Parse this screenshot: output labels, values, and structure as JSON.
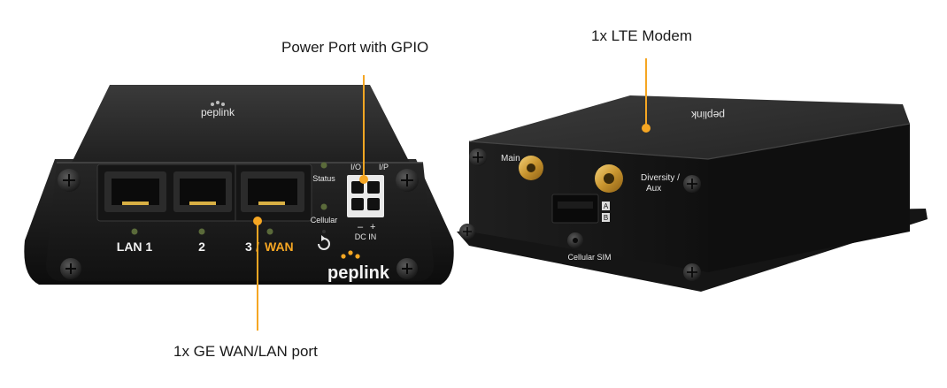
{
  "callouts": {
    "power_port": "Power Port with GPIO",
    "lte_modem": "1x LTE Modem",
    "ge_wan_lan": "1x GE WAN/LAN port"
  },
  "front_device": {
    "brand_top": "peplink",
    "brand_front": "peplink",
    "port_labels": {
      "lan1": "LAN 1",
      "p2": "2",
      "p3": "3",
      "wan": "WAN",
      "slash": "/"
    },
    "led_labels": {
      "status": "Status",
      "cellular": "Cellular"
    },
    "power_labels": {
      "io": "I/O",
      "ip": "I/P",
      "minus": "–",
      "plus": "+",
      "dcin": "DC IN"
    }
  },
  "side_device": {
    "brand_top": "peplink",
    "antenna_main": "Main",
    "antenna_diversity": "Diversity /",
    "antenna_aux": "Aux",
    "sim_label": "Cellular SIM",
    "sim_slot_a": "A",
    "sim_slot_b": "B"
  },
  "colors": {
    "accent": "#f5a623",
    "device_body": "#1c1c1c",
    "text": "#1a1a1a"
  }
}
